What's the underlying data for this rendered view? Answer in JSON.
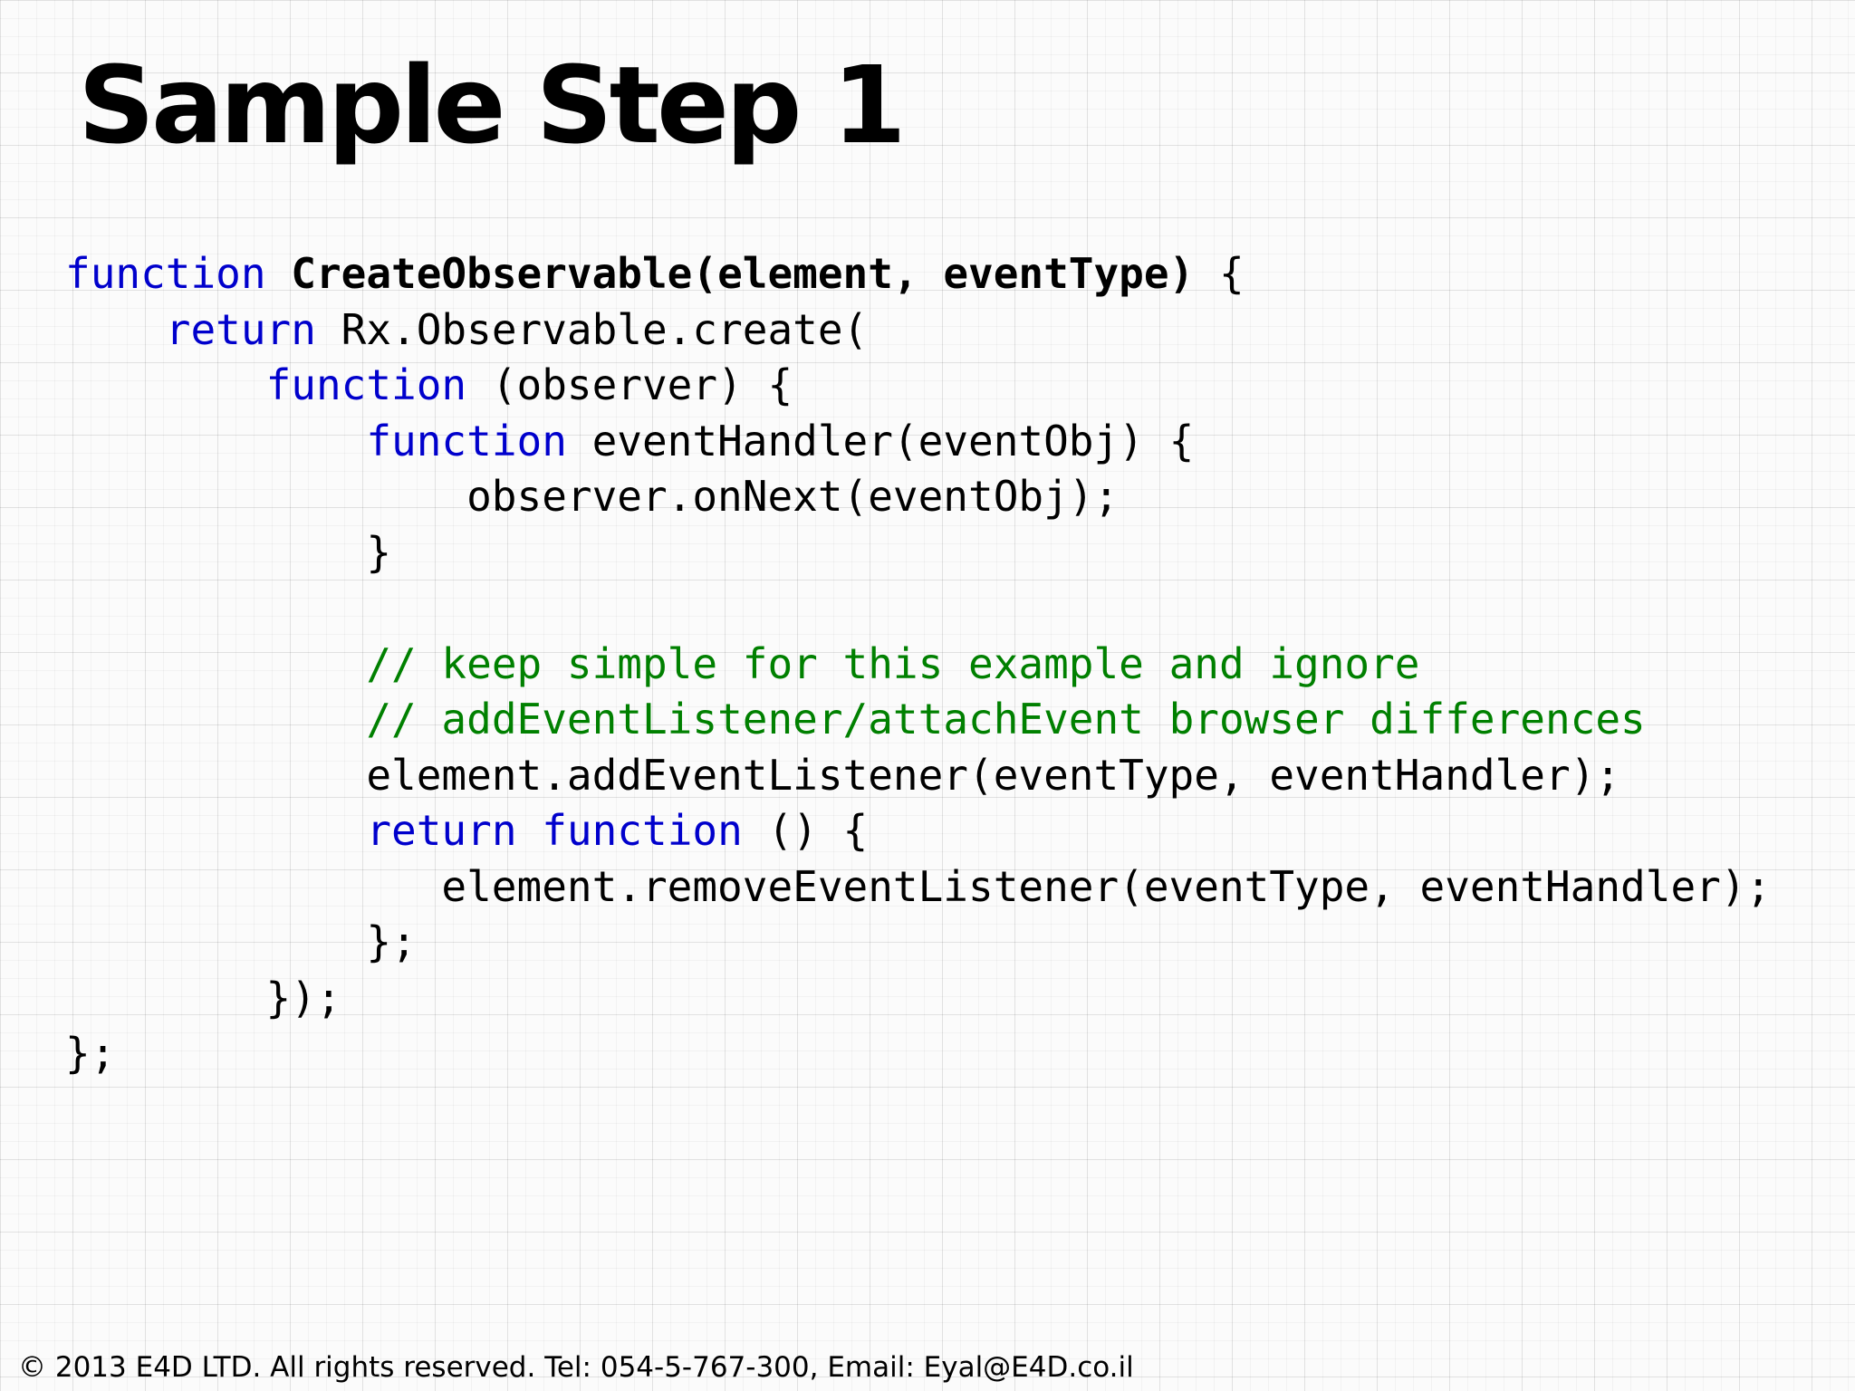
{
  "slide": {
    "title": "Sample Step 1",
    "footer": "© 2013 E4D LTD. All rights reserved. Tel: 054-5-767-300, Email: Eyal@E4D.co.il"
  },
  "code": {
    "colors": {
      "keyword": "#0000cc",
      "comment": "#008000",
      "text": "#000000"
    },
    "lines": [
      [
        {
          "t": "function",
          "k": "kw"
        },
        {
          "t": " "
        },
        {
          "t": "CreateObservable(element, eventType)",
          "k": "fn"
        },
        {
          "t": " {"
        }
      ],
      [
        {
          "t": "    "
        },
        {
          "t": "return",
          "k": "kw"
        },
        {
          "t": " Rx.Observable.create("
        }
      ],
      [
        {
          "t": "        "
        },
        {
          "t": "function",
          "k": "kw"
        },
        {
          "t": " (observer) {"
        }
      ],
      [
        {
          "t": "            "
        },
        {
          "t": "function",
          "k": "kw"
        },
        {
          "t": " eventHandler(eventObj) {"
        }
      ],
      [
        {
          "t": "                observer.onNext(eventObj);"
        }
      ],
      [
        {
          "t": "            }"
        }
      ],
      [],
      [
        {
          "t": "            "
        },
        {
          "t": "// keep simple for this example and ignore",
          "k": "cm"
        }
      ],
      [
        {
          "t": "            "
        },
        {
          "t": "// addEventListener/attachEvent browser differences",
          "k": "cm"
        }
      ],
      [
        {
          "t": "            element.addEventListener(eventType, eventHandler);"
        }
      ],
      [
        {
          "t": "            "
        },
        {
          "t": "return",
          "k": "kw"
        },
        {
          "t": " "
        },
        {
          "t": "function",
          "k": "kw"
        },
        {
          "t": " () {"
        }
      ],
      [
        {
          "t": "               element.removeEventListener(eventType, eventHandler);"
        }
      ],
      [
        {
          "t": "            };"
        }
      ],
      [
        {
          "t": "        });"
        }
      ],
      [
        {
          "t": "};"
        }
      ]
    ]
  }
}
